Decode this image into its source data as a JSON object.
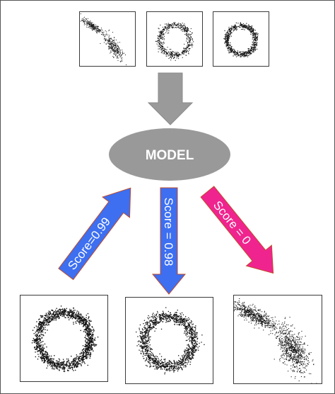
{
  "model": {
    "label": "MODEL"
  },
  "outputs": [
    {
      "score_label": "Score=0.99",
      "arrow_color": "#3d6ff0"
    },
    {
      "score_label": "Score = 0.98",
      "arrow_color": "#3d6ff0"
    },
    {
      "score_label": "Score = 0",
      "arrow_color": "#f0248e"
    }
  ],
  "colors": {
    "down_arrow": "#9a9a9a",
    "model_fill": "#999999",
    "points": "#111111",
    "arrow_border": "#c04a2a"
  },
  "samples": {
    "inputs": [
      "two-cluster scatter",
      "ring scatter",
      "ring scatter"
    ],
    "outputs": [
      "ring scatter",
      "ring scatter",
      "two-cluster scatter"
    ]
  }
}
